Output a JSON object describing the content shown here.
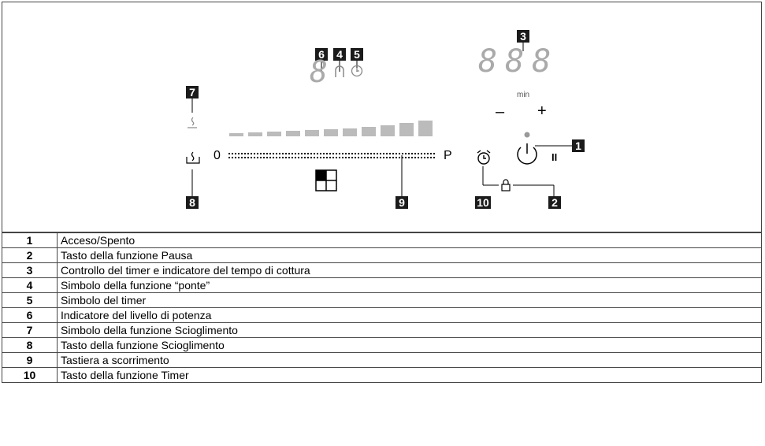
{
  "diagram": {
    "callouts": {
      "c1": "1",
      "c2": "2",
      "c3": "3",
      "c4": "4",
      "c5": "5",
      "c6": "6",
      "c7": "7",
      "c8": "8",
      "c9": "9",
      "c10": "10"
    },
    "power_display": "8",
    "timer_display": [
      "8",
      "8",
      "8"
    ],
    "timer_unit": "min",
    "slider_start": "0",
    "slider_end": "P",
    "minus_label": "–",
    "plus_label": "+",
    "pause_label": "II"
  },
  "legend": [
    {
      "num": "1",
      "text": "Acceso/Spento"
    },
    {
      "num": "2",
      "text": "Tasto della funzione Pausa"
    },
    {
      "num": "3",
      "text": "Controllo del timer e indicatore del tempo di cottura"
    },
    {
      "num": "4",
      "text": "Simbolo della funzione “ponte”"
    },
    {
      "num": "5",
      "text": "Simbolo del timer"
    },
    {
      "num": "6",
      "text": "Indicatore del livello di potenza"
    },
    {
      "num": "7",
      "text": "Simbolo della funzione Scioglimento"
    },
    {
      "num": "8",
      "text": "Tasto della funzione Scioglimento"
    },
    {
      "num": "9",
      "text": "Tastiera a scorrimento"
    },
    {
      "num": "10",
      "text": "Tasto della funzione Timer"
    }
  ]
}
